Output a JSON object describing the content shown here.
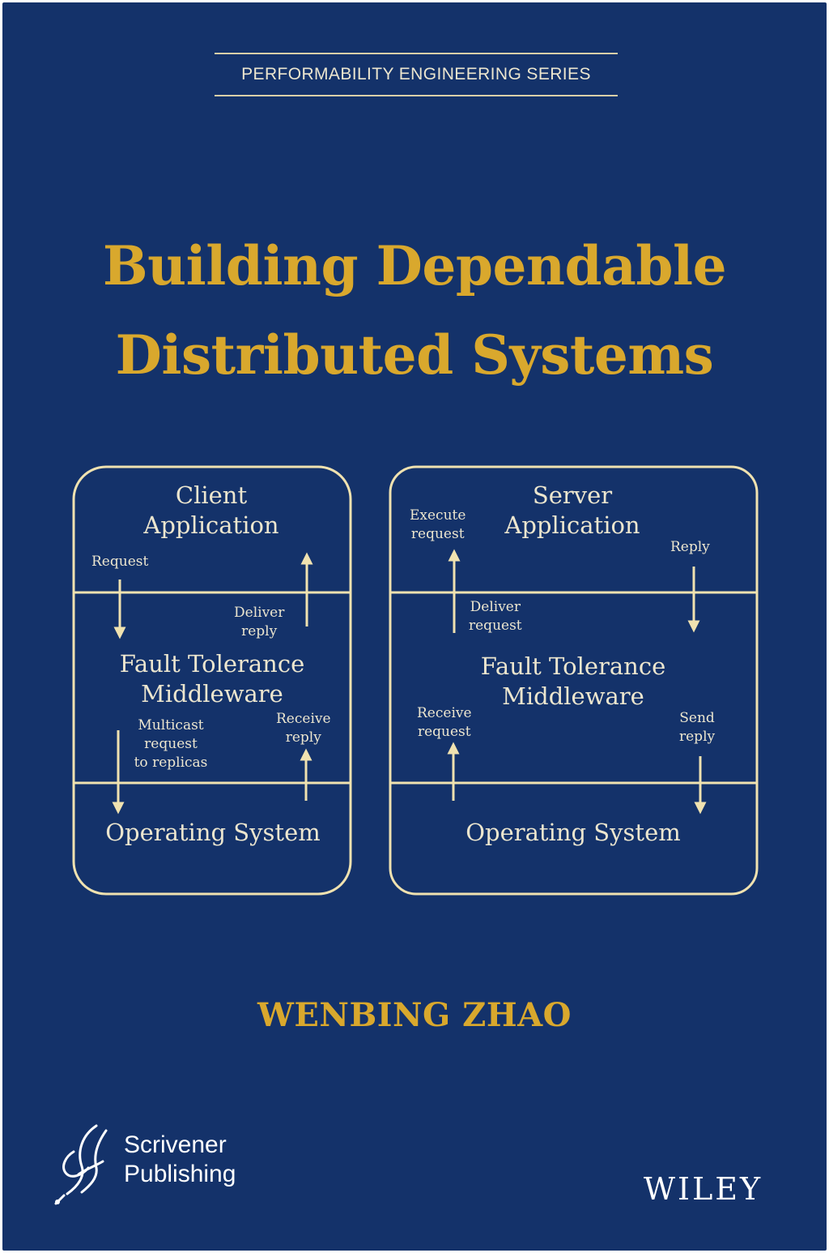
{
  "series": "PERFORMABILITY ENGINEERING SERIES",
  "title_lines": [
    "Building Dependable",
    "Distributed Systems"
  ],
  "client_diagram": {
    "top_label_1": "Client",
    "top_label_2": "Application",
    "request": "Request",
    "deliver_reply_1": "Deliver",
    "deliver_reply_2": "reply",
    "middle_label_1": "Fault Tolerance",
    "middle_label_2": "Middleware",
    "multicast_1": "Multicast",
    "multicast_2": "request",
    "multicast_3": "to  replicas",
    "receive_reply_1": "Receive",
    "receive_reply_2": "reply",
    "bottom_label": "Operating System"
  },
  "server_diagram": {
    "top_label_1": "Server",
    "top_label_2": "Application",
    "execute_1": "Execute",
    "execute_2": "request",
    "reply": "Reply",
    "deliver_request_1": "Deliver",
    "deliver_request_2": "request",
    "middle_label_1": "Fault Tolerance",
    "middle_label_2": "Middleware",
    "receive_request_1": "Receive",
    "receive_request_2": "request",
    "send_reply_1": "Send",
    "send_reply_2": "reply",
    "bottom_label": "Operating System"
  },
  "author": "WENBING ZHAO",
  "publisher_left_1": "Scrivener",
  "publisher_left_2": "Publishing",
  "publisher_right": "WILEY",
  "colors": {
    "background": "#14326a",
    "accent_gold": "#d9a82d",
    "diagram_line": "#f0e2b0",
    "text_light": "#ece6cf"
  }
}
